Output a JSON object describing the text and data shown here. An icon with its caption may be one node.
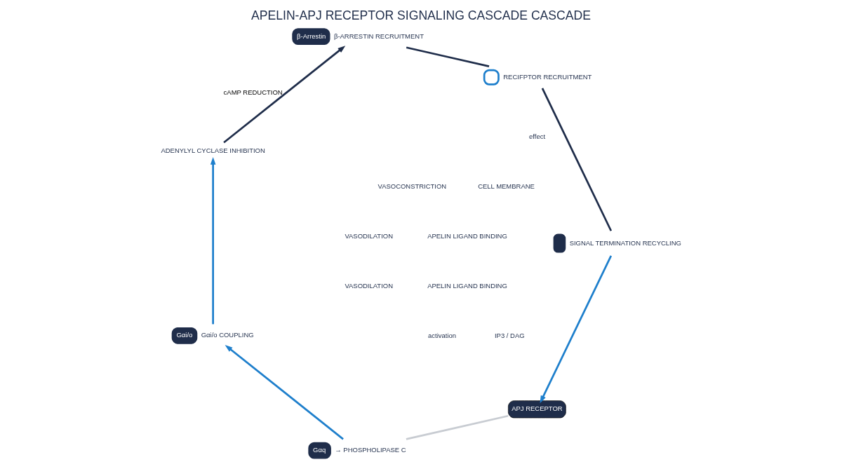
{
  "diagram": {
    "title": "APELIN-APJ RECEPTOR SIGNALING CASCADE CASCADE",
    "nodes": [
      {
        "text": [
          "APJ RECEPTOR"
        ]
      },
      {
        "text": [
          "Gαq"
        ],
        "beside": [
          "→ PHOSPHOLIPASE C"
        ]
      },
      {
        "text": [
          "Gαi/o"
        ],
        "beside": [
          "Gαi/o COUPLING"
        ]
      },
      {
        "text": [
          "ADENYLYL CYCLASE INHIBITION"
        ]
      },
      {
        "text": [
          "β-Arrestin"
        ],
        "beside": [
          "β-ARRESTIN RECRUITMENT"
        ]
      },
      {
        "text": [],
        "shape": "circle",
        "beside": [
          "RECIFPTOR RECRUITMENT"
        ]
      },
      {
        "text": [],
        "shape": "box",
        "beside": [
          "SIGNAL TERMINATION RECYCLING"
        ]
      }
    ],
    "edges": [
      {
        "from": 0,
        "to": 1,
        "arrow": "none",
        "color": "#c8ccd2"
      },
      {
        "from": 1,
        "to": 2,
        "arrow": "to",
        "color": "#1e7fcc"
      },
      {
        "from": 2,
        "to": 3,
        "arrow": "to",
        "color": "#1e7fcc"
      },
      {
        "from": 3,
        "to": 4,
        "label": "cAMP REDUCTION",
        "arrow": "to",
        "color": "#1f2d4a"
      },
      {
        "from": 4,
        "to": 5,
        "arrow": "none",
        "color": "#1f2d4a"
      },
      {
        "from": 5,
        "to": 6,
        "arrow": "none",
        "color": "#1f2d4a"
      },
      {
        "from": 6,
        "to": 0,
        "arrow": "to",
        "color": "#1e7fcc"
      }
    ],
    "labels": [
      "APELIN LIGAND BINDING",
      "APELIN LIGAND BINDING",
      "CELL MEMBRANE",
      "VASOCONSTRICTION",
      "VASODILATION",
      "effect",
      "activation",
      "IP3 / DAG",
      "VASODILATION"
    ]
  }
}
